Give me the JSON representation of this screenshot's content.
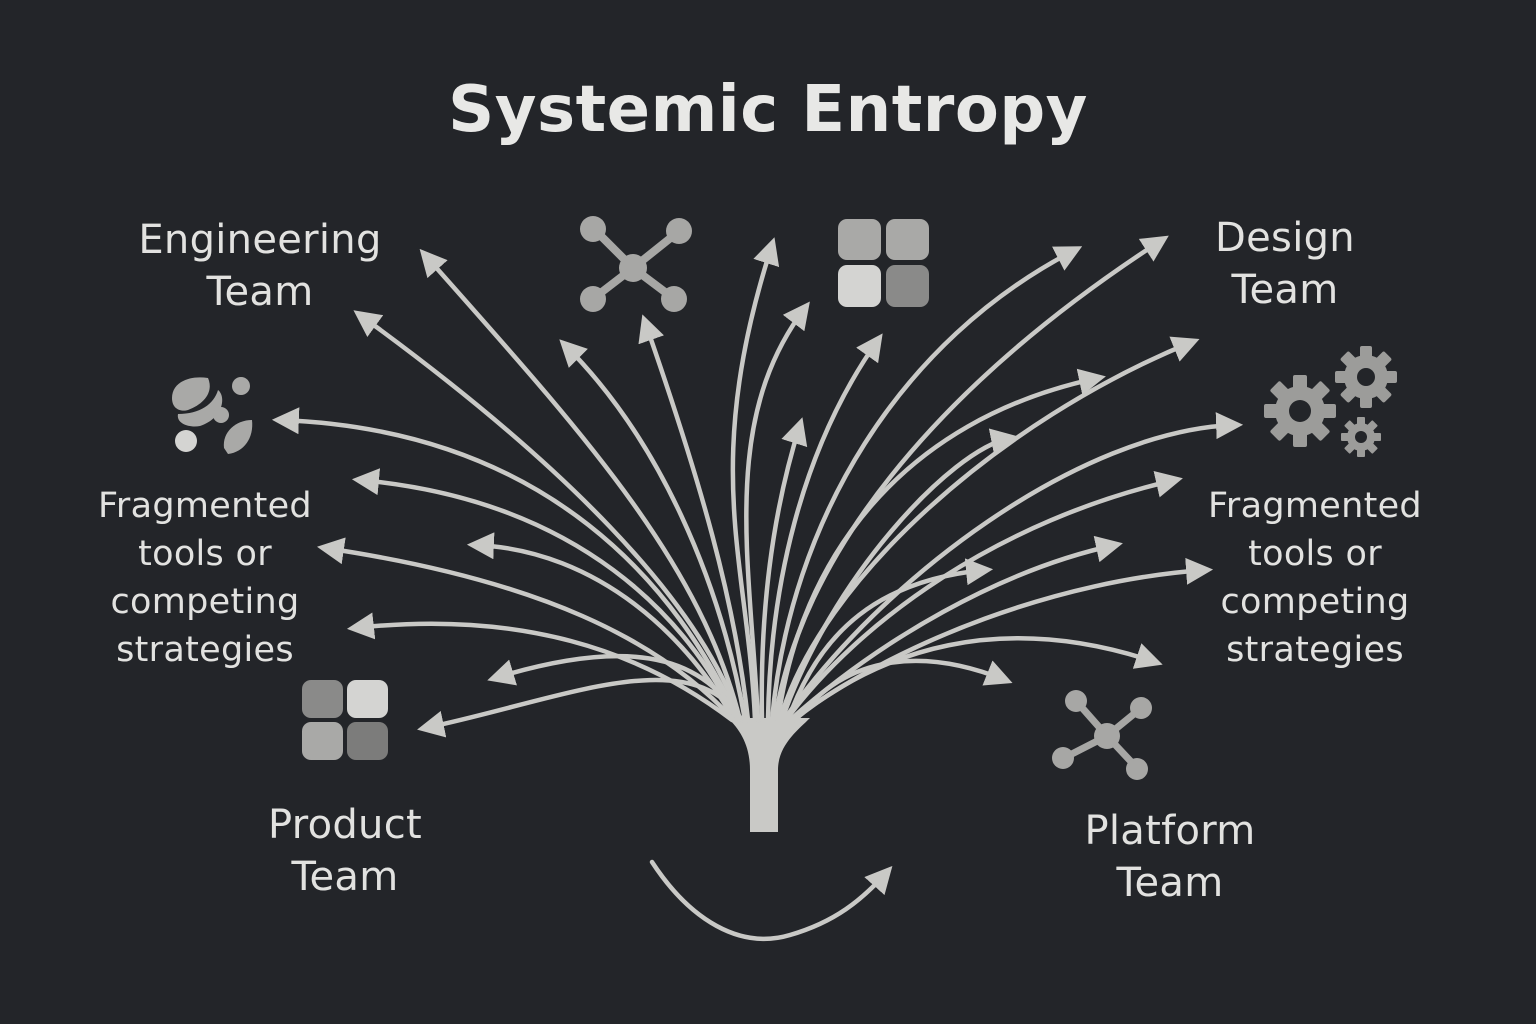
{
  "title": "Systemic Entropy",
  "teams": {
    "engineering": [
      "Engineering",
      "Team"
    ],
    "design": [
      "Design",
      "Team"
    ],
    "product": [
      "Product",
      "Team"
    ],
    "platform": [
      "Platform",
      "Team"
    ]
  },
  "fragmented_left": [
    "Fragmented",
    "tools or",
    "competing",
    "strategies"
  ],
  "fragmented_right": [
    "Fragmented",
    "tools or",
    "competing",
    "strategies"
  ],
  "icons": [
    "network-node-icon",
    "grid-tiles-icon",
    "gears-icon",
    "scattered-shapes-icon",
    "grid-tiles-icon",
    "network-node-icon"
  ],
  "colors": {
    "background": "#232529",
    "stroke": "#c9c9c6",
    "text": "#e2e2e0",
    "tile_light": "#d4d4d2",
    "tile_mid": "#a9a9a7",
    "tile_dark": "#7c7c7b"
  }
}
